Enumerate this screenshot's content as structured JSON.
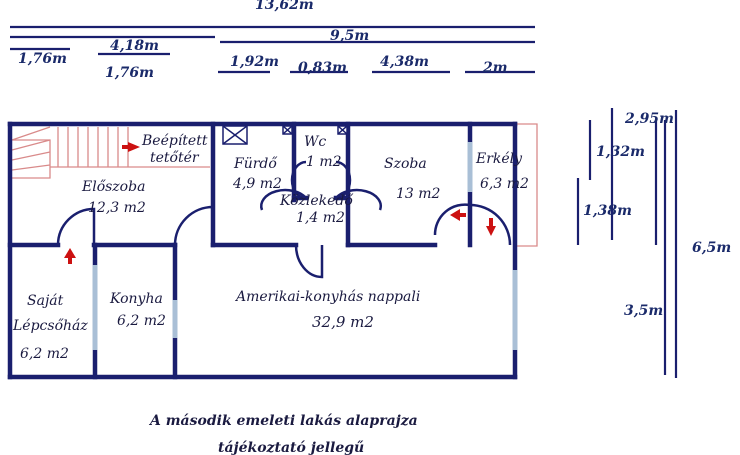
{
  "dimensions": {
    "total_width": "13,62m",
    "segment_9_5": "9,5m",
    "d_1_76_a": "1,76m",
    "d_4_18": "4,18m",
    "d_1_76_b": "1,76m",
    "d_1_92": "1,92m",
    "d_0_83": "0,83m",
    "d_4_38": "4,38m",
    "d_2": "2m",
    "d_2_95": "2,95m",
    "d_1_32": "1,32m",
    "d_1_38": "1,38m",
    "d_6_5": "6,5m",
    "d_3_5": "3,5m"
  },
  "rooms": {
    "built_in_loft_line1": "Beépített",
    "built_in_loft_line2": "tetőtér",
    "eloszoba_name": "Előszoba",
    "eloszoba_area": "12,3 m2",
    "furdo_name": "Fürdő",
    "furdo_area": "4,9 m2",
    "wc_name": "Wc",
    "wc_area": "1 m2",
    "kozlekedo_name": "Közlekedő",
    "kozlekedo_area": "1,4 m2",
    "szoba_name": "Szoba",
    "szoba_area": "13 m2",
    "erkely_name": "Erkély",
    "erkely_area": "6,3 m2",
    "sajat_line1": "Saját",
    "sajat_line2": "Lépcsőház",
    "sajat_area": "6,2 m2",
    "konyha_name": "Konyha",
    "konyha_area": "6,2 m2",
    "nappali_name": "Amerikai-konyhás nappali",
    "nappali_area": "32,9 m2"
  },
  "caption": {
    "line1": "A második emeleti lakás alaprajza",
    "line2": "tájékoztató jellegű"
  },
  "colors": {
    "wall": "#1a1f6e",
    "window": "#a9bfd6",
    "arrow": "#cc1111",
    "stair": "#d98a8a"
  }
}
